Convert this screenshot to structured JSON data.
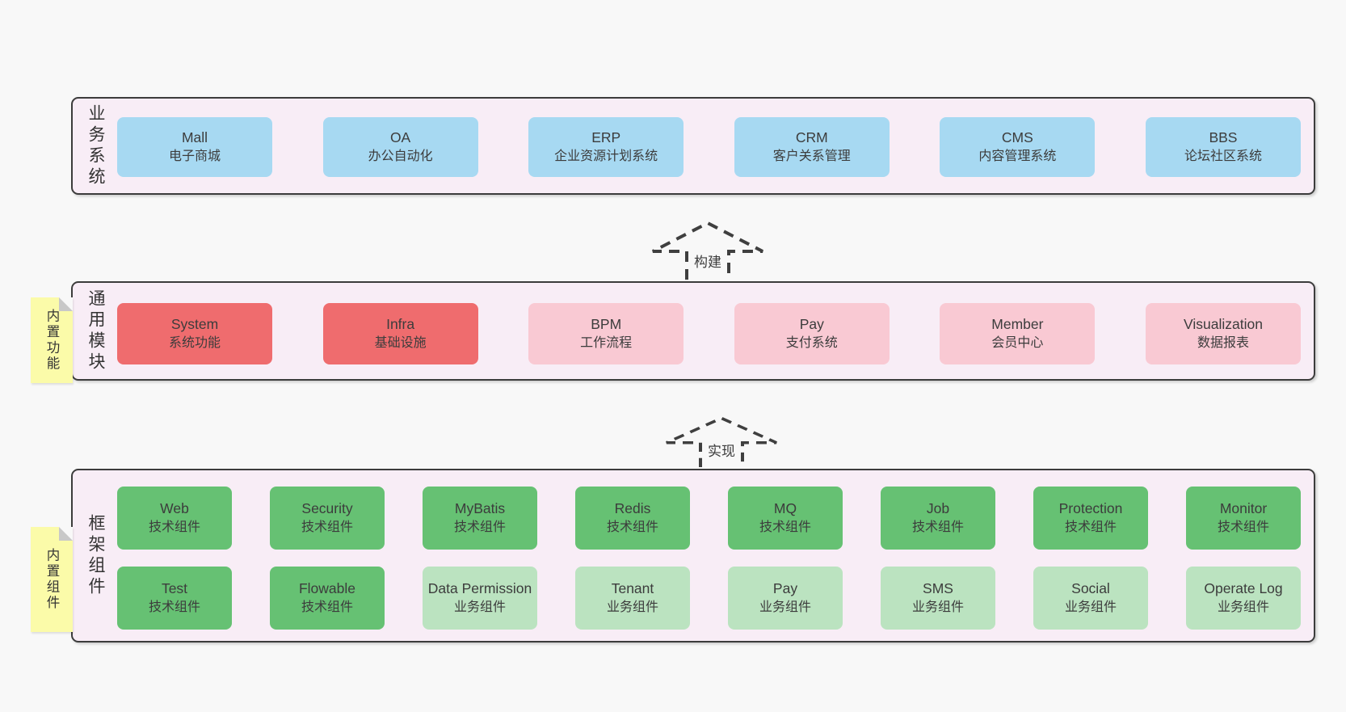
{
  "diagram": {
    "arrows": [
      {
        "label": "构建"
      },
      {
        "label": "实现"
      }
    ],
    "layers": {
      "business": {
        "label": "业务系统",
        "boxes": [
          {
            "title": "Mall",
            "subtitle": "电子商城",
            "type": "blue"
          },
          {
            "title": "OA",
            "subtitle": "办公自动化",
            "type": "blue"
          },
          {
            "title": "ERP",
            "subtitle": "企业资源计划系统",
            "type": "blue"
          },
          {
            "title": "CRM",
            "subtitle": "客户关系管理",
            "type": "blue"
          },
          {
            "title": "CMS",
            "subtitle": "内容管理系统",
            "type": "blue"
          },
          {
            "title": "BBS",
            "subtitle": "论坛社区系统",
            "type": "blue"
          }
        ]
      },
      "modules": {
        "label": "通用模块",
        "note": "内置功能",
        "boxes": [
          {
            "title": "System",
            "subtitle": "系统功能",
            "type": "red"
          },
          {
            "title": "Infra",
            "subtitle": "基础设施",
            "type": "red"
          },
          {
            "title": "BPM",
            "subtitle": "工作流程",
            "type": "pink"
          },
          {
            "title": "Pay",
            "subtitle": "支付系统",
            "type": "pink"
          },
          {
            "title": "Member",
            "subtitle": "会员中心",
            "type": "pink"
          },
          {
            "title": "Visualization",
            "subtitle": "数据报表",
            "type": "pink"
          }
        ]
      },
      "components": {
        "label": "框架组件",
        "note": "内置组件",
        "row1": [
          {
            "title": "Web",
            "subtitle": "技术组件",
            "type": "green"
          },
          {
            "title": "Security",
            "subtitle": "技术组件",
            "type": "green"
          },
          {
            "title": "MyBatis",
            "subtitle": "技术组件",
            "type": "green"
          },
          {
            "title": "Redis",
            "subtitle": "技术组件",
            "type": "green"
          },
          {
            "title": "MQ",
            "subtitle": "技术组件",
            "type": "green"
          },
          {
            "title": "Job",
            "subtitle": "技术组件",
            "type": "green"
          },
          {
            "title": "Protection",
            "subtitle": "技术组件",
            "type": "green"
          },
          {
            "title": "Monitor",
            "subtitle": "技术组件",
            "type": "green"
          }
        ],
        "row2": [
          {
            "title": "Test",
            "subtitle": "技术组件",
            "type": "green"
          },
          {
            "title": "Flowable",
            "subtitle": "技术组件",
            "type": "green"
          },
          {
            "title": "Data Permission",
            "subtitle": "业务组件",
            "type": "lightgreen"
          },
          {
            "title": "Tenant",
            "subtitle": "业务组件",
            "type": "lightgreen"
          },
          {
            "title": "Pay",
            "subtitle": "业务组件",
            "type": "lightgreen"
          },
          {
            "title": "SMS",
            "subtitle": "业务组件",
            "type": "lightgreen"
          },
          {
            "title": "Social",
            "subtitle": "业务组件",
            "type": "lightgreen"
          },
          {
            "title": "Operate Log",
            "subtitle": "业务组件",
            "type": "lightgreen"
          }
        ]
      }
    }
  },
  "colors": {
    "blue": "#a7d9f2",
    "red": "#ef6c6e",
    "pink": "#f9c9d3",
    "green": "#66c173",
    "lightgreen": "#bbe3c0",
    "note": "#fbfba9",
    "layer_bg": "#f8edf6",
    "page_bg": "#f8f8f8",
    "border": "#3c3c3c",
    "text": "#3c3c3c"
  }
}
